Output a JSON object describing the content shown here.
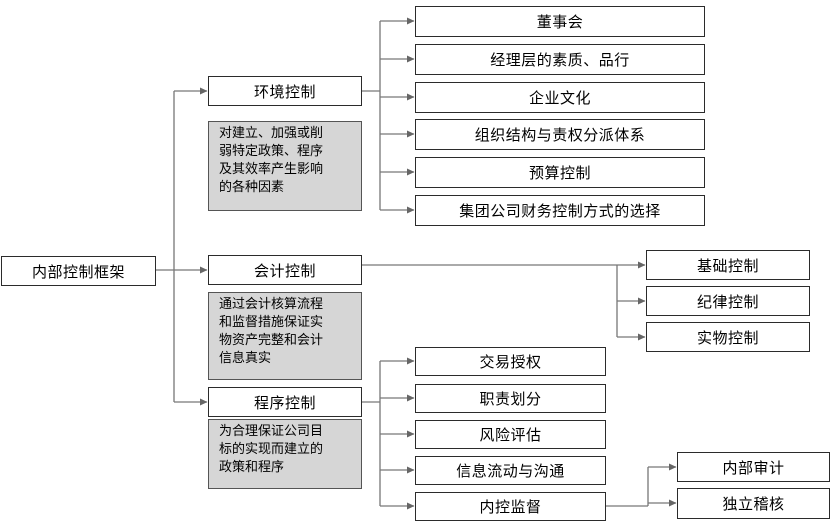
{
  "root": "内部控制框架",
  "environment": {
    "label": "环境控制",
    "note": [
      "对建立、加强或削",
      "弱特定政策、程序",
      "及其效率产生影响",
      "的各种因素"
    ],
    "children": [
      "董事会",
      "经理层的素质、品行",
      "企业文化",
      "组织结构与责权分派体系",
      "预算控制",
      "集团公司财务控制方式的选择"
    ]
  },
  "accounting": {
    "label": "会计控制",
    "note": [
      "通过会计核算流程",
      "和监督措施保证实",
      "物资产完整和会计",
      "信息真实"
    ],
    "children": [
      "基础控制",
      "纪律控制",
      "实物控制"
    ]
  },
  "procedure": {
    "label": "程序控制",
    "note": [
      "为合理保证公司目",
      "标的实现而建立的",
      "政策和程序"
    ],
    "children": [
      "交易授权",
      "职责划分",
      "风险评估",
      "信息流动与沟通",
      "内控监督"
    ],
    "monitoring_children": [
      "内部审计",
      "独立稽核"
    ]
  }
}
